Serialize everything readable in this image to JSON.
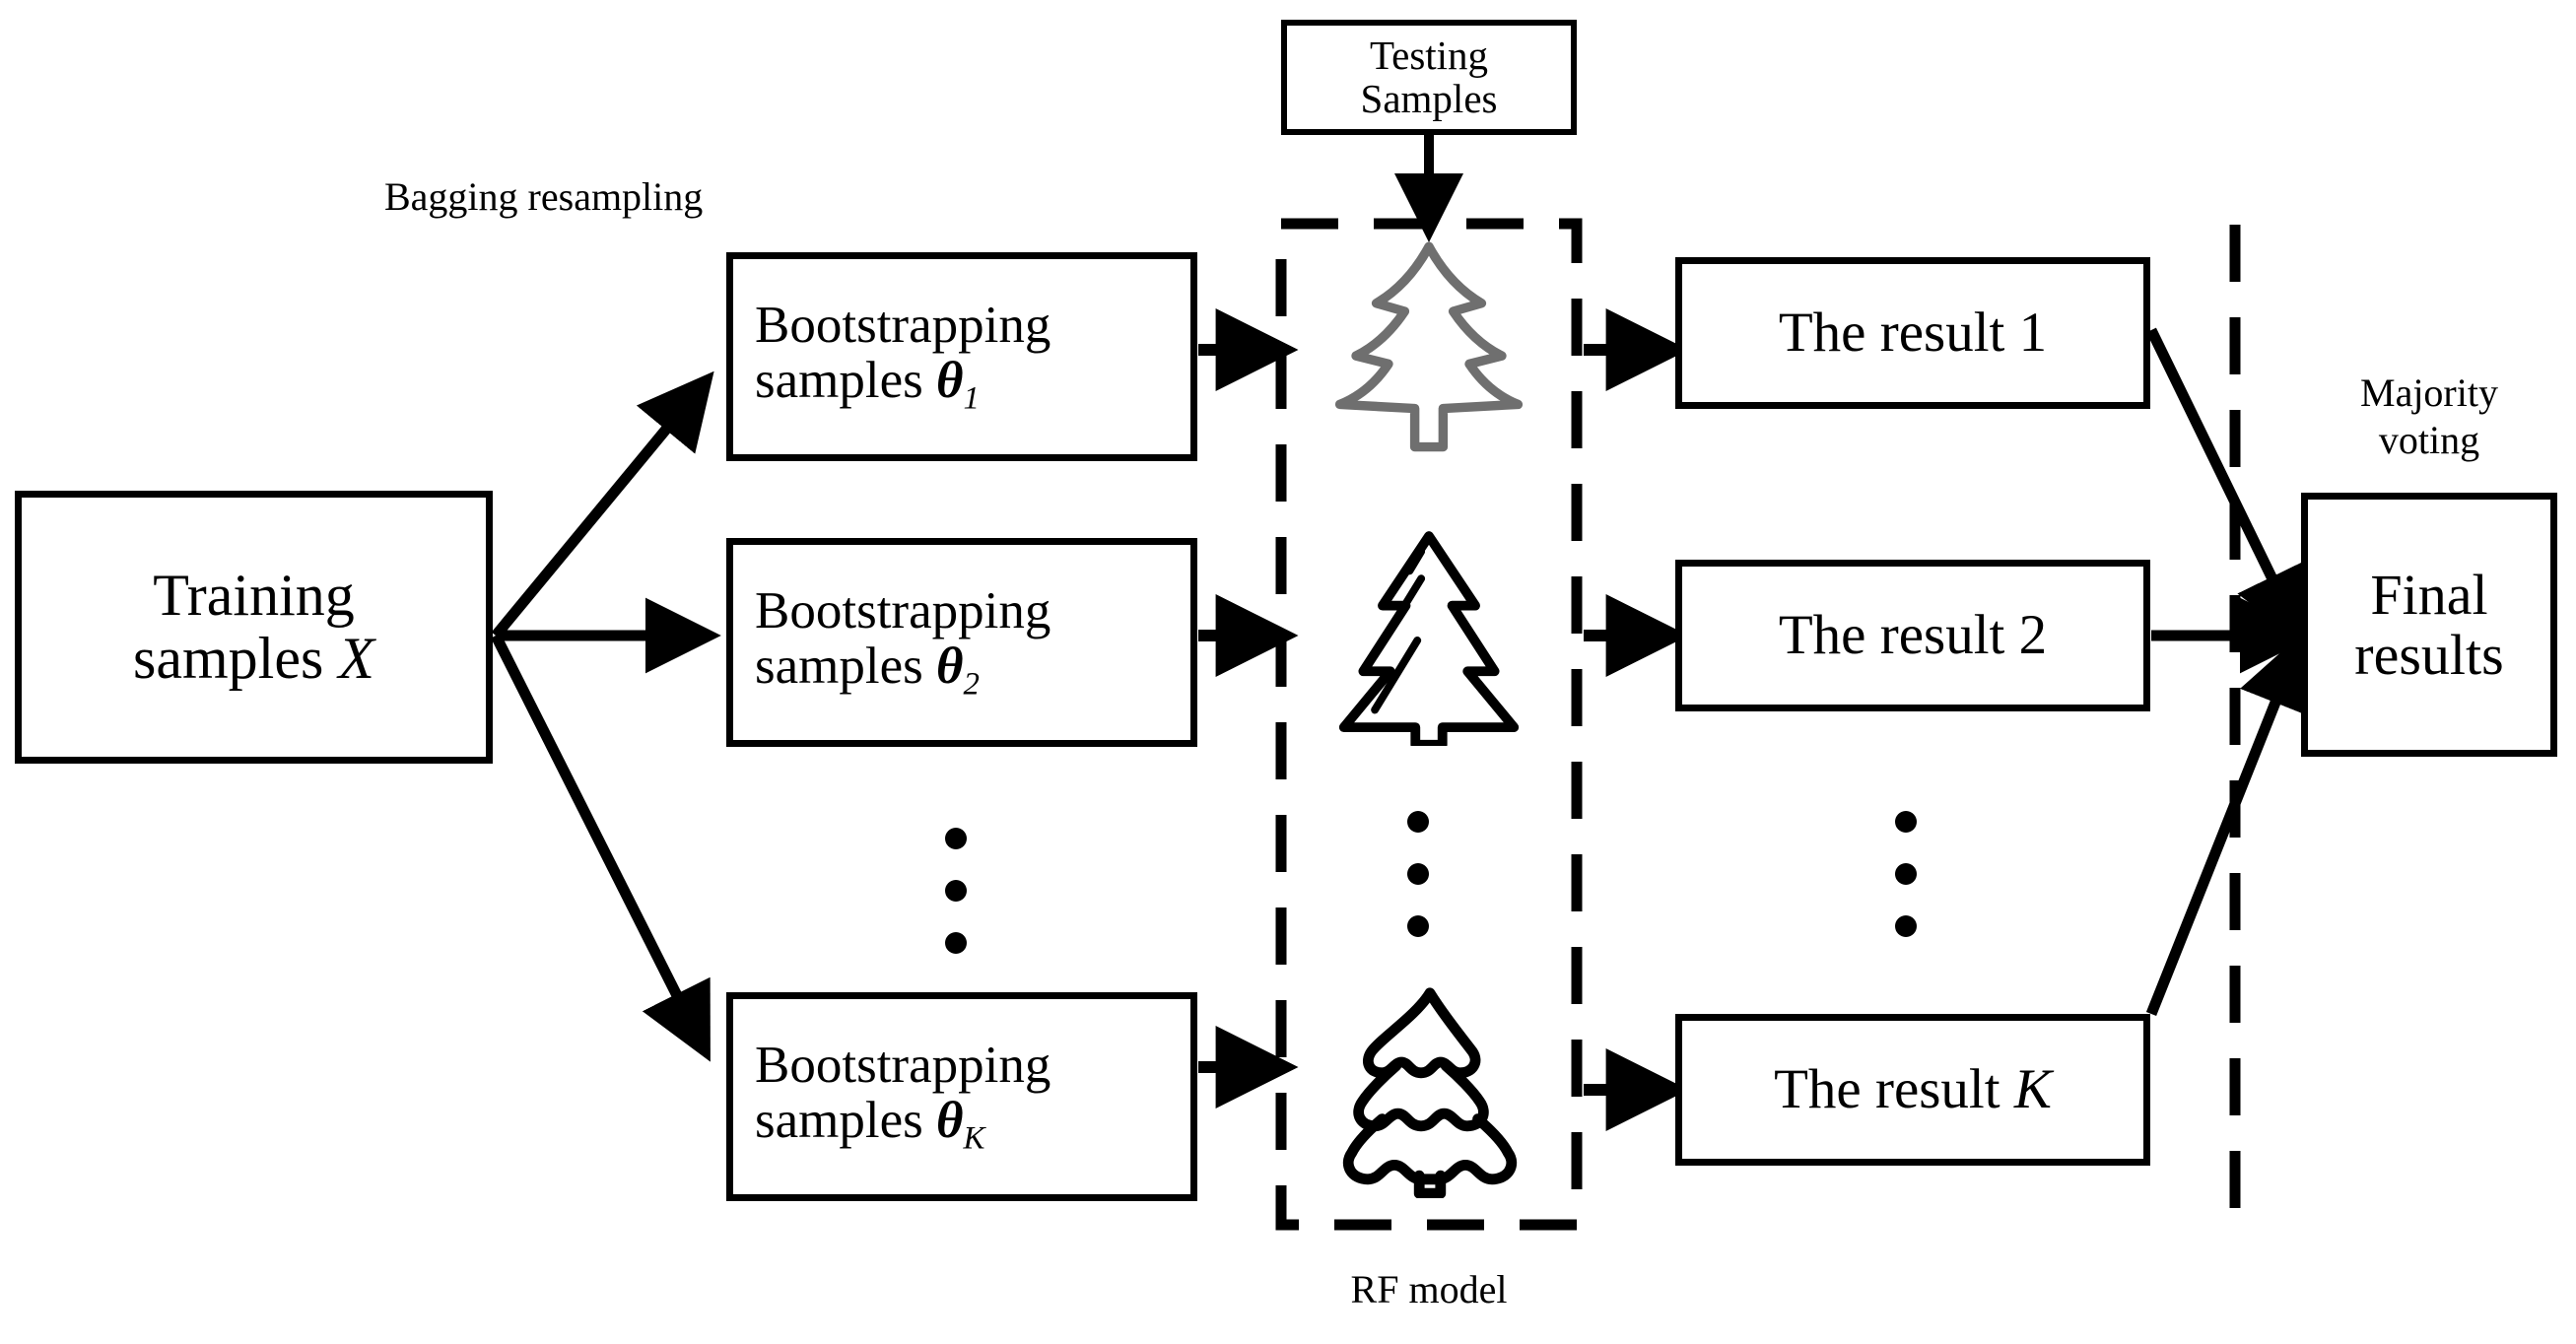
{
  "diagram": {
    "title": "Random Forest bagging and majority voting schematic",
    "colors": {
      "stroke": "#000000",
      "background": "#ffffff",
      "tree_1_stroke": "#6f6f6f",
      "tree_2_stroke": "#000000",
      "tree_3_stroke": "#000000"
    }
  },
  "boxes": {
    "training": {
      "line1": "Training",
      "line2_prefix": "samples ",
      "line2_var": "X"
    },
    "testing": {
      "line1": "Testing",
      "line2": "Samples"
    },
    "bootstrap_1": {
      "line1": "Bootstrapping",
      "line2_prefix": "samples ",
      "line2_sym": "θ",
      "line2_sub": "1"
    },
    "bootstrap_2": {
      "line1": "Bootstrapping",
      "line2_prefix": "samples ",
      "line2_sym": "θ",
      "line2_sub": "2"
    },
    "bootstrap_k": {
      "line1": "Bootstrapping",
      "line2_prefix": "samples ",
      "line2_sym": "θ",
      "line2_sub": "K"
    },
    "result_1": {
      "prefix": "The result ",
      "index": "1"
    },
    "result_2": {
      "prefix": "The result ",
      "index": "2"
    },
    "result_k": {
      "prefix": "The result ",
      "index": "K"
    },
    "final": {
      "line1": "Final",
      "line2": "results"
    }
  },
  "labels": {
    "bagging": "Bagging resampling",
    "rf_model": "RF model",
    "majority_voting_line1": "Majority",
    "majority_voting_line2": "voting"
  },
  "icons": {
    "tree_1": "conifer-tree-outline-icon",
    "tree_2": "pine-tree-icon",
    "tree_3": "fir-tree-icon"
  },
  "ellipses": {
    "bootstrap_column": "vertical-ellipsis",
    "tree_column": "vertical-ellipsis",
    "results_column": "vertical-ellipsis"
  }
}
